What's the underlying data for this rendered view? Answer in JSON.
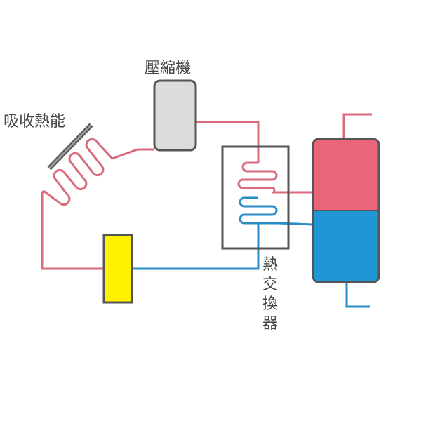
{
  "labels": {
    "absorb_heat": "吸收熱能",
    "compressor": "壓縮機",
    "heat_exchanger": [
      "熱",
      "交",
      "換",
      "器"
    ]
  },
  "colors": {
    "hot_pipe": "#d96a7c",
    "cold_pipe": "#2a8dc8",
    "compressor_fill": "#dcdcdc",
    "expansion_valve_fill": "#fff200",
    "tank_hot": "#e8657a",
    "tank_cold": "#1f97d4",
    "outline": "#555555"
  },
  "icons": {
    "collector": "solar-collector-plate-icon",
    "coil": "refrigerant-coil-icon"
  }
}
